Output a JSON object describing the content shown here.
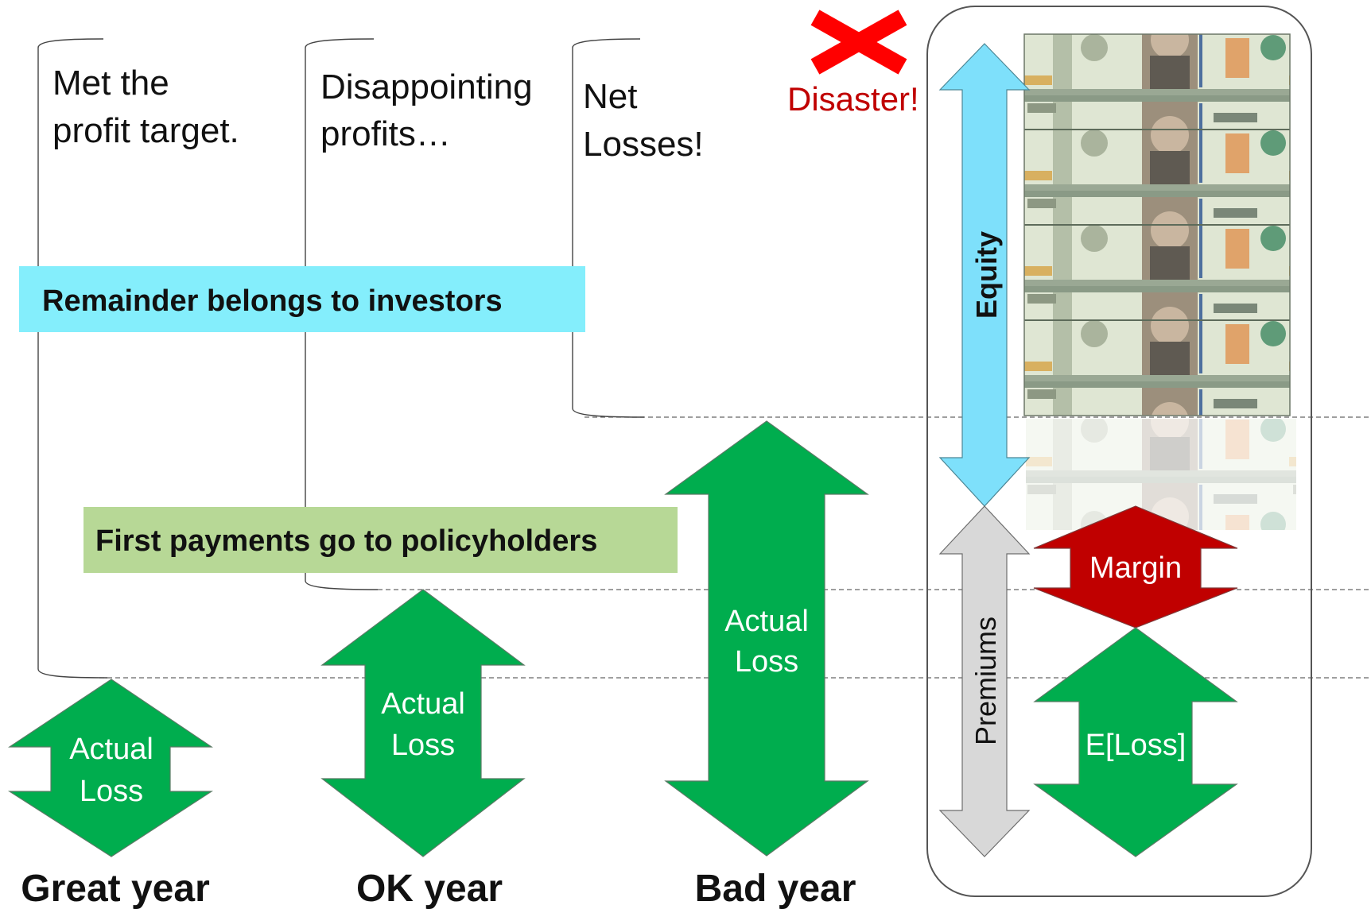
{
  "colors": {
    "arrow_green": "#00ad4e",
    "margin_red": "#c00000",
    "equity_cyan": "#7ee0fb",
    "investors_band": "#84eefc",
    "policyholders_band": "#b7d896",
    "premiums_gray": "#d8d8d8",
    "disaster_red": "#c00000",
    "x_mark_red": "#ff0000",
    "bill_green": "#c9d4b9"
  },
  "years": [
    {
      "note_line1": "Met the",
      "note_line2": "profit target.",
      "loss_label_line1": "Actual",
      "loss_label_line2": "Loss",
      "year_label": "Great year"
    },
    {
      "note_line1": "Disappointing",
      "note_line2": "profits…",
      "loss_label_line1": "Actual",
      "loss_label_line2": "Loss",
      "year_label": "OK year"
    },
    {
      "note_line1": "Net",
      "note_line2": "Losses!",
      "loss_label_line1": "Actual",
      "loss_label_line2": "Loss",
      "year_label": "Bad year"
    }
  ],
  "bands": {
    "investors": "Remainder belongs to investors",
    "policyholders": "First payments go to policyholders"
  },
  "disaster": {
    "label": "Disaster!",
    "mark_icon": "x-mark-icon"
  },
  "capital": {
    "equity": "Equity",
    "premiums": "Premiums",
    "margin": "Margin",
    "expected_loss": "E[Loss]",
    "money_icon": "hundred-dollar-bill-icon"
  }
}
